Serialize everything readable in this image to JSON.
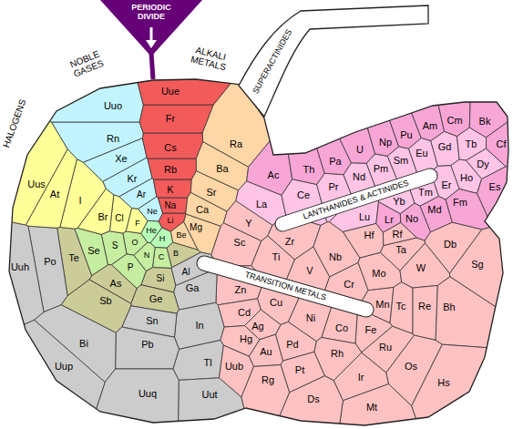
{
  "diagram": {
    "nodes": [
      {
        "text": [
          "PERIODIC DIVIDE"
        ]
      },
      {
        "text": [
          "H"
        ]
      },
      {
        "text": [
          "He"
        ]
      },
      {
        "text": [
          "Li"
        ]
      },
      {
        "text": [
          "Be"
        ]
      },
      {
        "text": [
          "B"
        ]
      },
      {
        "text": [
          "C"
        ]
      },
      {
        "text": [
          "N"
        ]
      },
      {
        "text": [
          "O"
        ]
      },
      {
        "text": [
          "F"
        ]
      },
      {
        "text": [
          "Ne"
        ]
      },
      {
        "text": [
          "Na"
        ]
      },
      {
        "text": [
          "Mg"
        ]
      },
      {
        "text": [
          "Al"
        ]
      },
      {
        "text": [
          "Si"
        ]
      },
      {
        "text": [
          "P"
        ]
      },
      {
        "text": [
          "S"
        ]
      },
      {
        "text": [
          "Cl"
        ]
      },
      {
        "text": [
          "Ar"
        ]
      },
      {
        "text": [
          "K"
        ]
      },
      {
        "text": [
          "Ca"
        ]
      },
      {
        "text": [
          "Sc"
        ]
      },
      {
        "text": [
          "Ti"
        ]
      },
      {
        "text": [
          "V"
        ]
      },
      {
        "text": [
          "Cr"
        ]
      },
      {
        "text": [
          "Mn"
        ]
      },
      {
        "text": [
          "Fe"
        ]
      },
      {
        "text": [
          "Co"
        ]
      },
      {
        "text": [
          "Ni"
        ]
      },
      {
        "text": [
          "Cu"
        ]
      },
      {
        "text": [
          "Zn"
        ]
      },
      {
        "text": [
          "Ga"
        ]
      },
      {
        "text": [
          "Ge"
        ]
      },
      {
        "text": [
          "As"
        ]
      },
      {
        "text": [
          "Se"
        ]
      },
      {
        "text": [
          "Br"
        ]
      },
      {
        "text": [
          "Kr"
        ]
      },
      {
        "text": [
          "Rb"
        ]
      },
      {
        "text": [
          "Sr"
        ]
      },
      {
        "text": [
          "Y"
        ]
      },
      {
        "text": [
          "Zr"
        ]
      },
      {
        "text": [
          "Nb"
        ]
      },
      {
        "text": [
          "Mo"
        ]
      },
      {
        "text": [
          "Tc"
        ]
      },
      {
        "text": [
          "Ru"
        ]
      },
      {
        "text": [
          "Rh"
        ]
      },
      {
        "text": [
          "Pd"
        ]
      },
      {
        "text": [
          "Ag"
        ]
      },
      {
        "text": [
          "Cd"
        ]
      },
      {
        "text": [
          "In"
        ]
      },
      {
        "text": [
          "Sn"
        ]
      },
      {
        "text": [
          "Sb"
        ]
      },
      {
        "text": [
          "Te"
        ]
      },
      {
        "text": [
          "I"
        ]
      },
      {
        "text": [
          "Xe"
        ]
      },
      {
        "text": [
          "Cs"
        ]
      },
      {
        "text": [
          "Ba"
        ]
      },
      {
        "text": [
          "La"
        ]
      },
      {
        "text": [
          "Ce"
        ]
      },
      {
        "text": [
          "Pr"
        ]
      },
      {
        "text": [
          "Nd"
        ]
      },
      {
        "text": [
          "Pm"
        ]
      },
      {
        "text": [
          "Sm"
        ]
      },
      {
        "text": [
          "Eu"
        ]
      },
      {
        "text": [
          "Gd"
        ]
      },
      {
        "text": [
          "Tb"
        ]
      },
      {
        "text": [
          "Dy"
        ]
      },
      {
        "text": [
          "Ho"
        ]
      },
      {
        "text": [
          "Er"
        ]
      },
      {
        "text": [
          "Tm"
        ]
      },
      {
        "text": [
          "Yb"
        ]
      },
      {
        "text": [
          "Lu"
        ]
      },
      {
        "text": [
          "Hf"
        ]
      },
      {
        "text": [
          "Ta"
        ]
      },
      {
        "text": [
          "W"
        ]
      },
      {
        "text": [
          "Re"
        ]
      },
      {
        "text": [
          "Os"
        ]
      },
      {
        "text": [
          "Ir"
        ]
      },
      {
        "text": [
          "Pt"
        ]
      },
      {
        "text": [
          "Au"
        ]
      },
      {
        "text": [
          "Hg"
        ]
      },
      {
        "text": [
          "Tl"
        ]
      },
      {
        "text": [
          "Pb"
        ]
      },
      {
        "text": [
          "Bi"
        ]
      },
      {
        "text": [
          "Po"
        ]
      },
      {
        "text": [
          "At"
        ]
      },
      {
        "text": [
          "Rn"
        ]
      },
      {
        "text": [
          "Fr"
        ]
      },
      {
        "text": [
          "Ra"
        ]
      },
      {
        "text": [
          "Ac"
        ]
      },
      {
        "text": [
          "Th"
        ]
      },
      {
        "text": [
          "Pa"
        ]
      },
      {
        "text": [
          "U"
        ]
      },
      {
        "text": [
          "Np"
        ]
      },
      {
        "text": [
          "Pu"
        ]
      },
      {
        "text": [
          "Am"
        ]
      },
      {
        "text": [
          "Cm"
        ]
      },
      {
        "text": [
          "Bk"
        ]
      },
      {
        "text": [
          "Cf"
        ]
      },
      {
        "text": [
          "Es"
        ]
      },
      {
        "text": [
          "Fm"
        ]
      },
      {
        "text": [
          "Md"
        ]
      },
      {
        "text": [
          "No"
        ]
      },
      {
        "text": [
          "Lr"
        ]
      },
      {
        "text": [
          "Rf"
        ]
      },
      {
        "text": [
          "Db"
        ]
      },
      {
        "text": [
          "Sg"
        ]
      },
      {
        "text": [
          "Bh"
        ]
      },
      {
        "text": [
          "Hs"
        ]
      },
      {
        "text": [
          "Mt"
        ]
      },
      {
        "text": [
          "Ds"
        ]
      },
      {
        "text": [
          "Rg"
        ]
      },
      {
        "text": [
          "Uub"
        ]
      },
      {
        "text": [
          "Uut"
        ]
      },
      {
        "text": [
          "Uuq"
        ]
      },
      {
        "text": [
          "Uup"
        ]
      },
      {
        "text": [
          "Uuh"
        ]
      },
      {
        "text": [
          "Uus"
        ]
      },
      {
        "text": [
          "Uuo"
        ]
      },
      {
        "text": [
          "Uue"
        ]
      }
    ],
    "labels": [
      "NOBLE GASES",
      "ALKALI METALS",
      "HALOGENS",
      "SUPERACTINIDES",
      "LANTHANIDES & ACTINIDES",
      "TRANSITION METALS"
    ]
  }
}
